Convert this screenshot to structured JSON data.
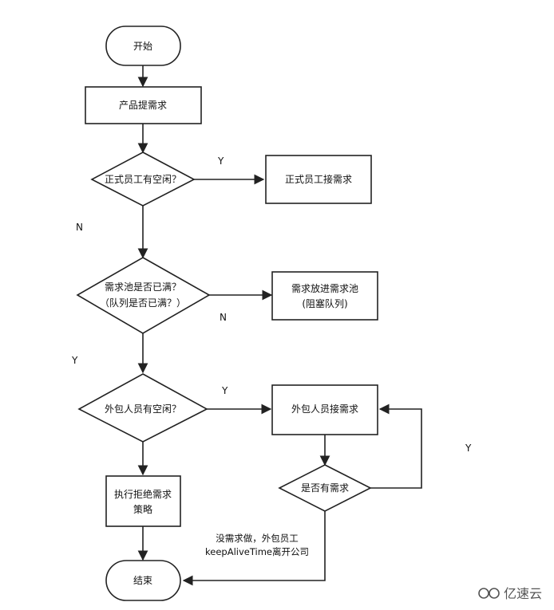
{
  "nodes": {
    "start": "开始",
    "product_request": "产品提需求",
    "employee_free": "正式员工有空闲？",
    "employee_take": "正式员工接需求",
    "pool_full_1": "需求池是否已满？",
    "pool_full_2": "（队列是否已满？）",
    "put_pool_1": "需求放进需求池",
    "put_pool_2": "(阻塞队列)",
    "outsource_free": "外包人员有空闲？",
    "outsource_take": "外包人员接需求",
    "reject_1": "执行拒绝需求",
    "reject_2": "策略",
    "has_request": "是否有需求",
    "end": "结束"
  },
  "edge_labels": {
    "y1": "Y",
    "n1": "N",
    "n2": "N",
    "y2": "Y",
    "y3": "Y",
    "y_loop": "Y",
    "idle_1": "没需求做，外包员工",
    "idle_2": "keepAliveTime离开公司"
  },
  "watermark": "亿速云",
  "colors": {
    "stroke": "#222222",
    "text": "#111111",
    "watermark": "#555555"
  }
}
